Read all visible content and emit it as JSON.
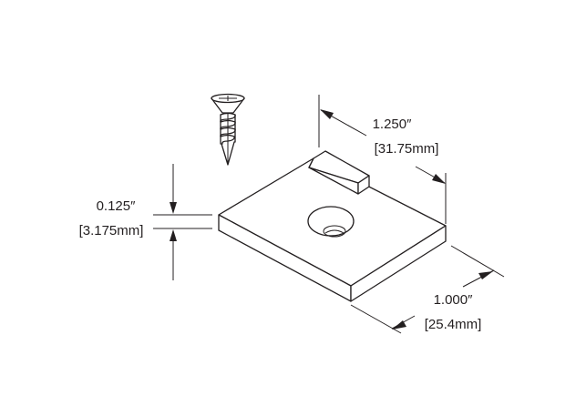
{
  "diagram": {
    "subject": "isometric plate clip with countersunk screw hole and raised tab",
    "colors": {
      "stroke": "#231f20",
      "background": "#ffffff"
    },
    "components": [
      {
        "id": "screw",
        "label": "flat-head phillips screw"
      },
      {
        "id": "plate",
        "label": "rectangular plate"
      },
      {
        "id": "tab",
        "label": "raised tab"
      },
      {
        "id": "hole",
        "label": "countersunk hole"
      }
    ],
    "dimensions": {
      "length": {
        "imperial": "1.250″",
        "metric": "[31.75mm]"
      },
      "thickness": {
        "imperial": "0.125″",
        "metric": "[3.175mm]"
      },
      "width": {
        "imperial": "1.000″",
        "metric": "[25.4mm]"
      }
    }
  }
}
